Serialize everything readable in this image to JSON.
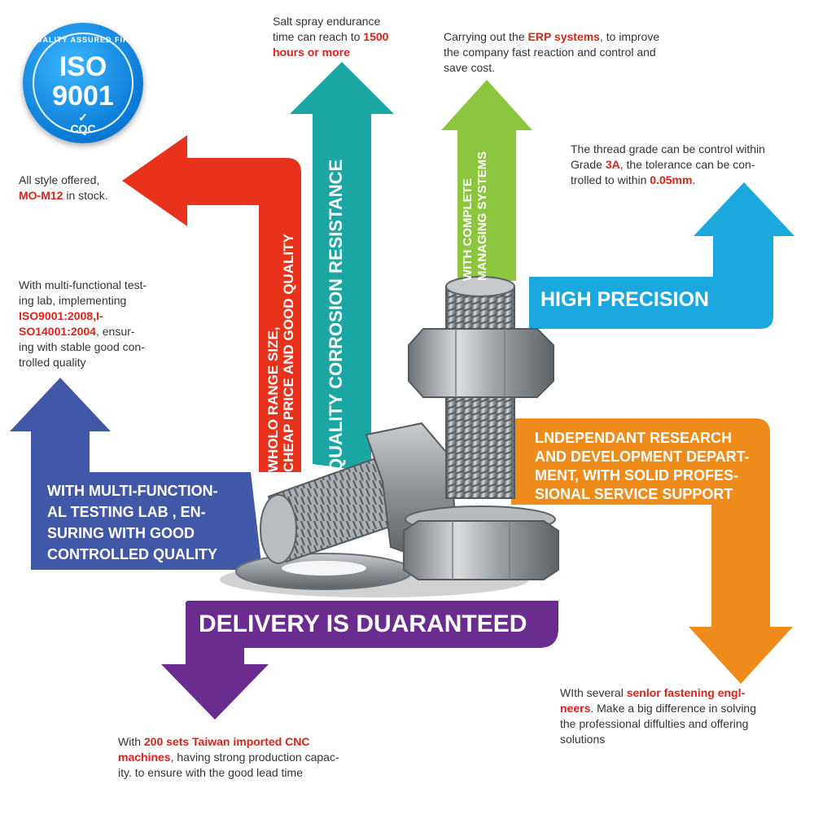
{
  "badge": {
    "ring_text": "QUALITY ASSURED FIRM",
    "line1": "ISO",
    "line2": "9001",
    "footer": "CQC"
  },
  "arrows": {
    "red": {
      "label_1": "WHOLO RANGE SIZE,",
      "label_2": "CHEAP PRICE AND GOOD QUALITY",
      "color": "#e8321c"
    },
    "teal": {
      "label": "QUALITY CORROSION RESISTANCE",
      "color": "#1aa7a3"
    },
    "green": {
      "label_1": "WITH COMPLETE",
      "label_2": "MANAGING SYSTEMS",
      "color": "#8cc63e"
    },
    "blue": {
      "label": "HIGH PRECISION",
      "color": "#1ba8df"
    },
    "indigo": {
      "label_1": "WITH MULTI-FUNCTION-",
      "label_2": "AL TESTING LAB , EN-",
      "label_3": "SURING WITH GOOD",
      "label_4": "CONTROLLED QUALITY",
      "color": "#4158a8"
    },
    "orange": {
      "label_1": "LNDEPENDANT RESEARCH",
      "label_2": "AND DEVELOPMENT DEPART-",
      "label_3": "MENT, WITH SOLID PROFES-",
      "label_4": "SIONAL SERVICE SUPPORT",
      "color": "#ee8b1a"
    },
    "purple": {
      "label": "DELIVERY IS DUARANTEED",
      "color": "#6b2c8f"
    }
  },
  "notes": {
    "salt": {
      "t1": "Salt spray endurance",
      "t2": "time can reach to ",
      "h1": "1500",
      "h2": "hours or more"
    },
    "erp": {
      "t1": "Carrying out the ",
      "h1": "ERP systems",
      "t2": ", to improve",
      "t3": "the company fast reaction and control and",
      "t4": "save cost."
    },
    "thread": {
      "t1": "The thread grade can be control within",
      "t2": "Grade ",
      "h1": "3A",
      "t3": ", the tolerance can be con-",
      "t4": "trolled to within ",
      "h2": "0.05mm",
      "t5": "."
    },
    "style": {
      "t1": "All style offered,",
      "h1": "MO-M12",
      "t2": " in stock."
    },
    "lab": {
      "t1": "With multi-functional test-",
      "t2": "ing lab, implementing",
      "h1": "ISO9001:2008,I-",
      "h2": "SO14001:2004",
      "t3": ", ensur-",
      "t4": "ing with stable good con-",
      "t5": "trolled quality"
    },
    "engineers": {
      "t1": "WIth several ",
      "h1": "senlor fastening engl-",
      "h2": "neers",
      "t2": ". Make a big difference in solving",
      "t3": "the professional diffulties and offering",
      "t4": "solutions"
    },
    "cnc": {
      "t1": "With ",
      "h1": "200 sets Taiwan imported CNC",
      "h2": "machines",
      "t2": ", having strong production capac-",
      "t3": "ity. to ensure with the good lead time"
    }
  },
  "illustration": {
    "subject": "steel-bolts-nuts-washer"
  }
}
